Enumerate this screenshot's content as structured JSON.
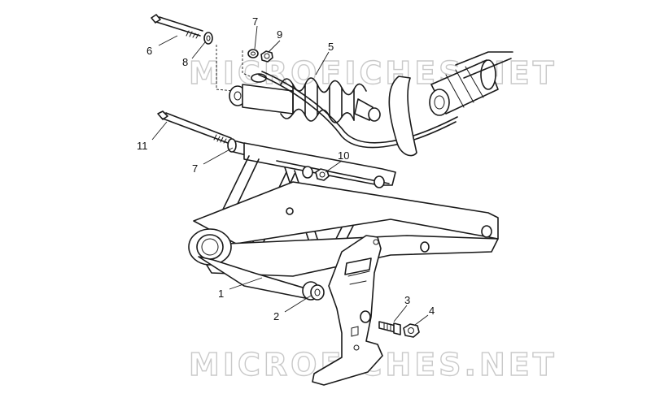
{
  "watermark": {
    "top": "MICROFICHES.NET",
    "bottom": "MICROFICHES.NET"
  },
  "callouts": {
    "c1": "1",
    "c2": "2",
    "c3": "3",
    "c4": "4",
    "c5": "5",
    "c6": "6",
    "c7a": "7",
    "c7b": "7",
    "c8": "8",
    "c9": "9",
    "c10": "10",
    "c11": "11"
  }
}
